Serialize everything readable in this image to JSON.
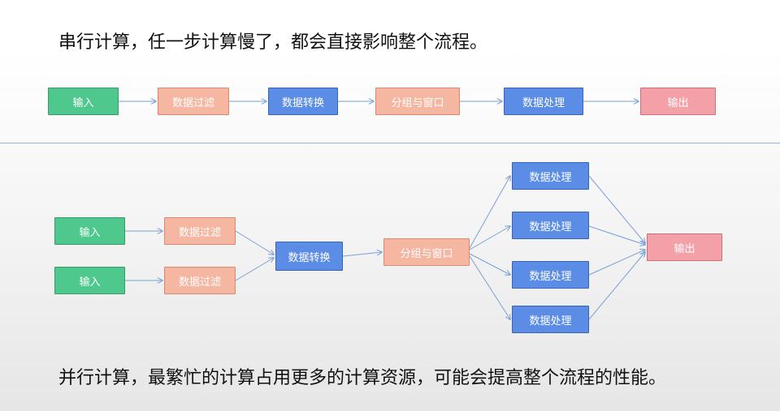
{
  "caption_top": "串行计算，任一步计算慢了，都会直接影响整个流程。",
  "caption_bottom": "并行计算，最繁忙的计算占用更多的计算资源，可能会提高整个流程的性能。",
  "serial": {
    "input": "输入",
    "filter": "数据过滤",
    "transform": "数据转换",
    "group_window": "分组与窗口",
    "process": "数据处理",
    "output": "输出"
  },
  "parallel": {
    "input_1": "输入",
    "input_2": "输入",
    "filter_1": "数据过滤",
    "filter_2": "数据过滤",
    "transform": "数据转换",
    "group_window": "分组与窗口",
    "process_1": "数据处理",
    "process_2": "数据处理",
    "process_3": "数据处理",
    "process_4": "数据处理",
    "output": "输出"
  },
  "colors": {
    "input": "#4fc88e",
    "filter": "#f5b7a2",
    "process": "#5c8de6",
    "output": "#f4a0a8",
    "edge": "#7aa0d6"
  }
}
